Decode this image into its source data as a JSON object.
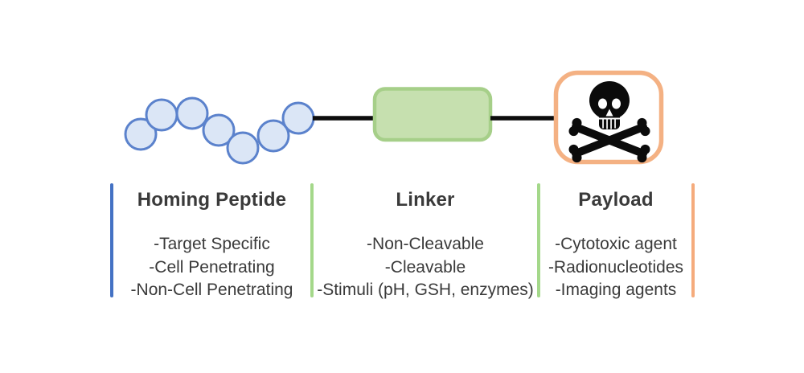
{
  "diagram": {
    "type": "peptide-drug-conjugate-schematic",
    "peptide_unit_count": 7,
    "payload_icon": "skull-and-crossbones",
    "colors": {
      "circle_fill": "#dbe6f6",
      "circle_stroke": "#5b82cc",
      "connector": "#0d0d0d",
      "linker_fill": "#c6e0af",
      "linker_stroke": "#a6cf89",
      "payload_border": "#f4b183",
      "skull": "#0b0b0b",
      "bar_blue": "#4472c4",
      "bar_green": "#a4d88a",
      "bar_orange": "#f5ab7c",
      "text": "#3a3a3a"
    }
  },
  "columns": [
    {
      "title": "Homing Peptide",
      "items": [
        "-Target Specific",
        "-Cell Penetrating",
        "-Non-Cell Penetrating"
      ]
    },
    {
      "title": "Linker",
      "items": [
        "-Non-Cleavable",
        "-Cleavable",
        "-Stimuli (pH, GSH, enzymes)"
      ]
    },
    {
      "title": "Payload",
      "items": [
        "-Cytotoxic agent",
        "-Radionucleotides",
        "-Imaging agents"
      ]
    }
  ]
}
